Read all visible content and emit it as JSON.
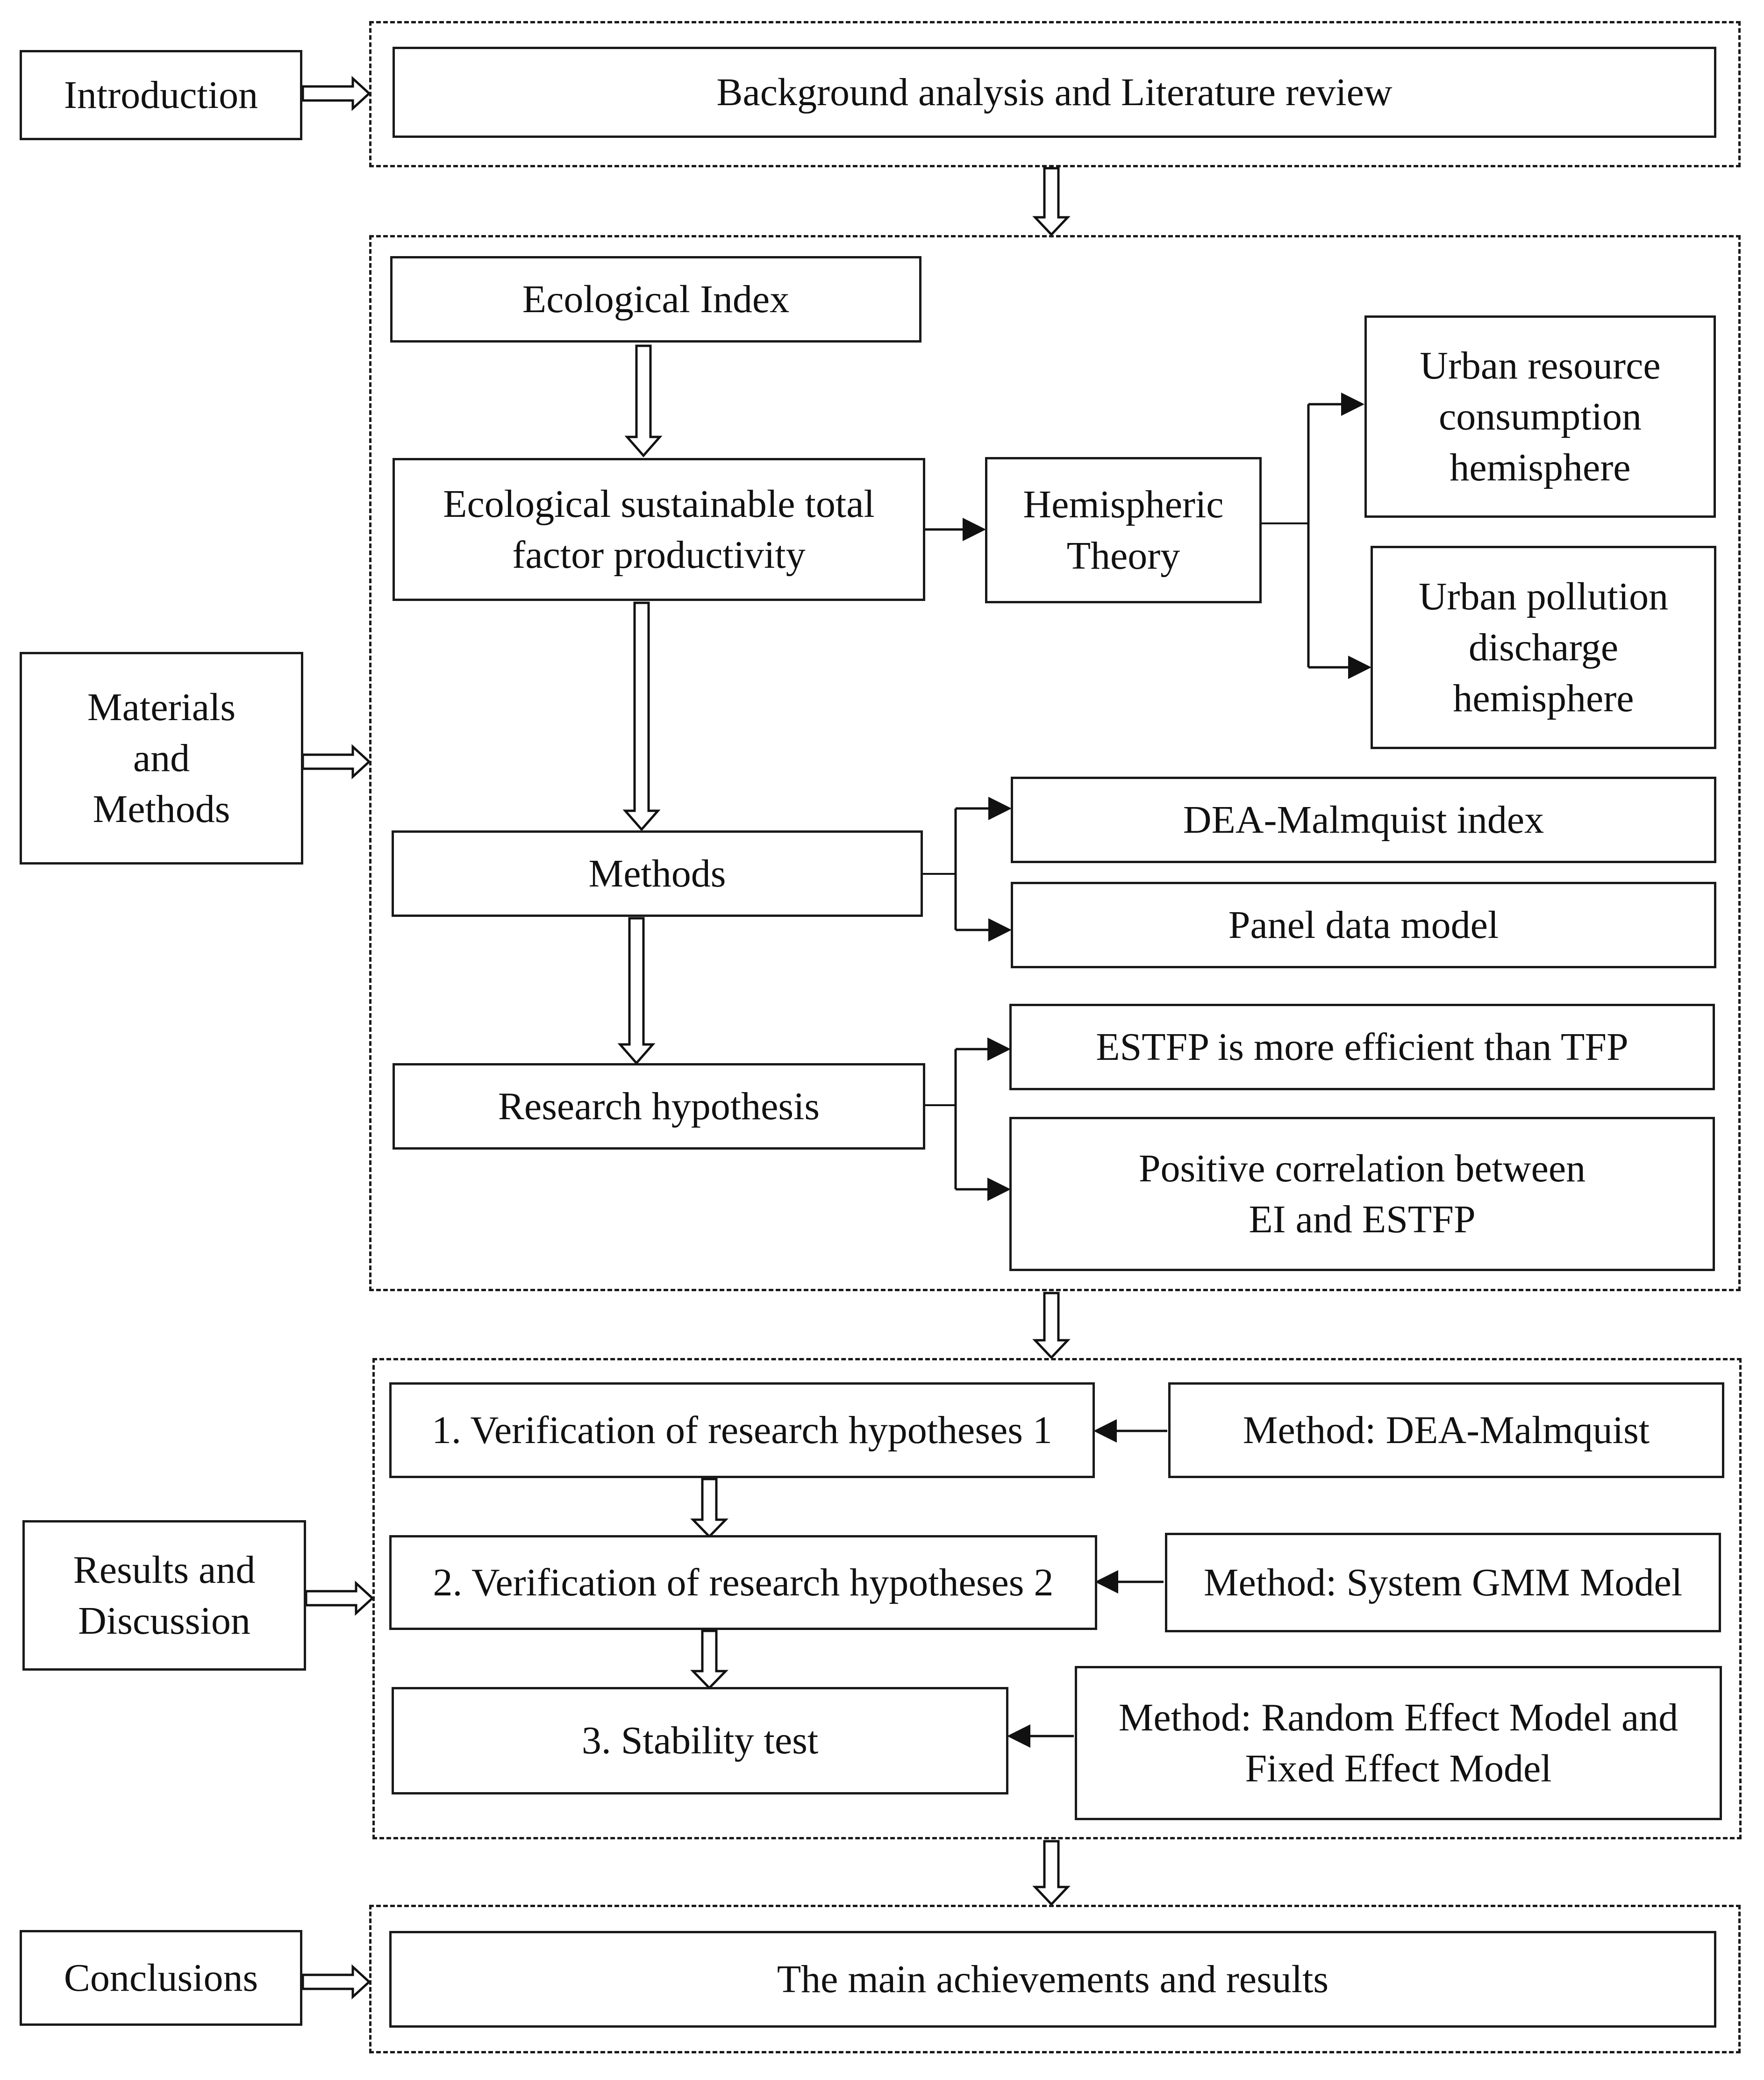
{
  "sections": {
    "introduction": "Introduction",
    "materials": "Materials\nand\nMethods",
    "results": "Results and\nDiscussion",
    "conclusions": "Conclusions"
  },
  "introduction": {
    "background": "Background analysis and Literature review"
  },
  "materials": {
    "ecological_index": "Ecological Index",
    "estfp": "Ecological sustainable total\nfactor productivity",
    "hemispheric_theory": "Hemispheric\nTheory",
    "urban_resource": "Urban resource\nconsumption\nhemisphere",
    "urban_pollution": "Urban pollution\ndischarge\nhemisphere",
    "methods": "Methods",
    "dea_malmquist_index": "DEA-Malmquist index",
    "panel_data_model": "Panel data model",
    "research_hypothesis": "Research hypothesis",
    "hypothesis_1": "ESTFP is more efficient than TFP",
    "hypothesis_2": "Positive correlation between\nEI and ESTFP"
  },
  "results": {
    "verification_1": "1. Verification of research hypotheses 1",
    "verification_2": "2. Verification of research hypotheses 2",
    "stability_test": "3. Stability test",
    "method_1": "Method: DEA-Malmquist",
    "method_2": "Method: System GMM Model",
    "method_3": "Method: Random Effect Model and\nFixed Effect Model"
  },
  "conclusions": {
    "main": "The main achievements and results"
  }
}
